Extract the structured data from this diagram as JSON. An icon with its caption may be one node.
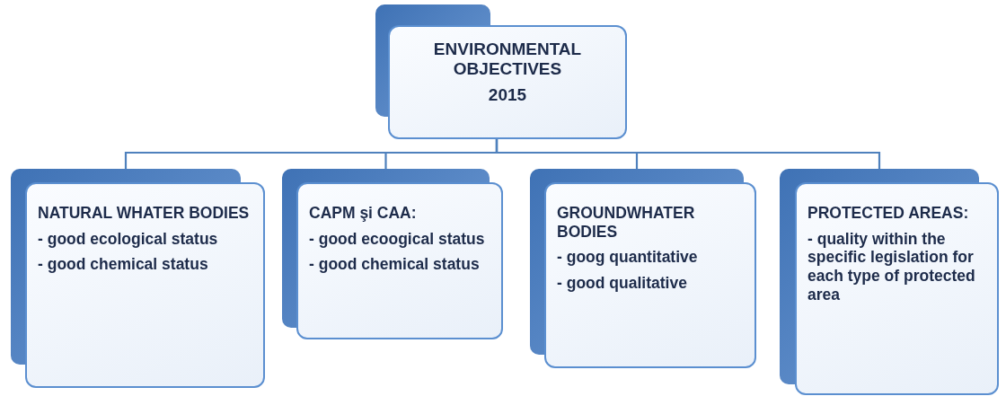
{
  "diagram": {
    "nodes": [
      {
        "text": [
          "ENVIRONMENTAL OBJECTIVES",
          "2015"
        ]
      },
      {
        "text": [
          "NATURAL WHATER BODIES",
          "- good ecological status",
          "- good chemical status"
        ]
      },
      {
        "text": [
          "CAPM şi CAA:",
          "- good ecoogical status",
          "- good chemical status"
        ]
      },
      {
        "text": [
          "GROUNDWHATER BODIES",
          "- goog quantitative",
          "- good qualitative"
        ]
      },
      {
        "text": [
          "PROTECTED AREAS:",
          "- quality within the specific legislation for each type of protected area"
        ]
      }
    ],
    "edges": [
      {
        "from": 0,
        "to": 1,
        "arrow": "none"
      },
      {
        "from": 0,
        "to": 2,
        "arrow": "none"
      },
      {
        "from": 0,
        "to": 3,
        "arrow": "none"
      },
      {
        "from": 0,
        "to": 4,
        "arrow": "none"
      }
    ]
  }
}
